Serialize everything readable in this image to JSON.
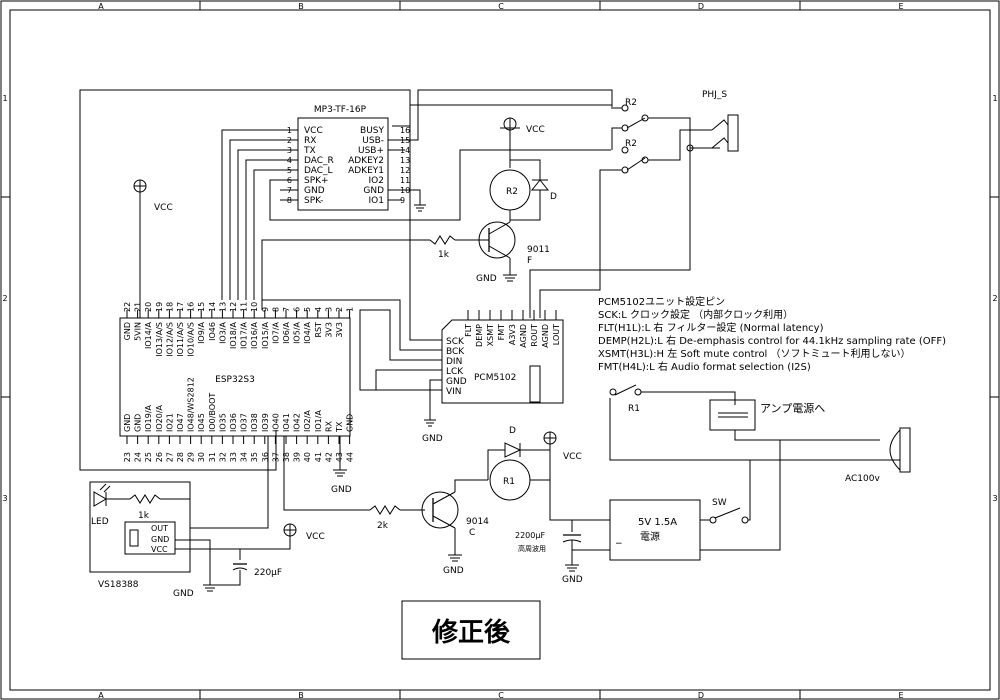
{
  "frame": {
    "columns": [
      "A",
      "B",
      "C",
      "D",
      "E"
    ],
    "rows": [
      "1",
      "2",
      "3"
    ]
  },
  "mp3": {
    "name": "MP3-TF-16P",
    "left_pins": [
      {
        "num": "1",
        "label": "VCC"
      },
      {
        "num": "2",
        "label": "RX"
      },
      {
        "num": "3",
        "label": "TX"
      },
      {
        "num": "4",
        "label": "DAC_R"
      },
      {
        "num": "5",
        "label": "DAC_L"
      },
      {
        "num": "6",
        "label": "SPK+"
      },
      {
        "num": "7",
        "label": "GND"
      },
      {
        "num": "8",
        "label": "SPK-"
      }
    ],
    "right_pins": [
      {
        "num": "16",
        "label": "BUSY"
      },
      {
        "num": "15",
        "label": "USB-"
      },
      {
        "num": "14",
        "label": "USB+"
      },
      {
        "num": "13",
        "label": "ADKEY2"
      },
      {
        "num": "12",
        "label": "ADKEY1"
      },
      {
        "num": "11",
        "label": "IO2"
      },
      {
        "num": "10",
        "label": "GND"
      },
      {
        "num": "9",
        "label": "IO1"
      }
    ]
  },
  "esp": {
    "name": "ESP32S3",
    "top_nums": [
      "22",
      "21",
      "20",
      "19",
      "18",
      "17",
      "16",
      "15",
      "14",
      "13",
      "12",
      "11",
      "10",
      "9",
      "8",
      "7",
      "6",
      "5",
      "4",
      "3",
      "2",
      "1"
    ],
    "top_labels": [
      "GND",
      "5VIN",
      "IO14/A",
      "IO13/A/S",
      "IO12/A/S",
      "IO11/A/S",
      "IO10/A/S",
      "IO9/A",
      "IO46",
      "IO3/A",
      "IO18/A",
      "IO17/A",
      "IO16/A",
      "IO15/A",
      "IO7/A",
      "IO6/A",
      "IO5/A",
      "IO4/A",
      "RST",
      "3V3",
      "3V3",
      ""
    ],
    "bottom_nums": [
      "23",
      "24",
      "25",
      "26",
      "27",
      "28",
      "29",
      "30",
      "31",
      "32",
      "33",
      "34",
      "35",
      "36",
      "37",
      "38",
      "39",
      "40",
      "41",
      "42",
      "43",
      "44"
    ],
    "bottom_labels": [
      "GND",
      "GND",
      "IO19/A",
      "IO20/A",
      "IO21",
      "IO47",
      "IO48/WS2812",
      "IO45",
      "IO0/BOOT",
      "IO35",
      "IO36",
      "IO37",
      "IO38",
      "IO39",
      "IO40",
      "IO41",
      "IO42",
      "IO2/A",
      "IO1/A",
      "RX",
      "TX",
      "GND"
    ]
  },
  "pcm": {
    "name": "PCM5102",
    "top_pins": [
      "FLT",
      "DEMP",
      "XSMT",
      "FMT",
      "A3V3",
      "AGND",
      "ROUT",
      "AGND",
      "LOUT"
    ],
    "left_pins": [
      "SCK",
      "BCK",
      "DIN",
      "LCK",
      "GND",
      "VIN"
    ]
  },
  "notes": {
    "title": "PCM5102ユニット設定ピン",
    "lines": [
      "SCK:L クロック設定 （内部クロック利用）",
      "FLT(H1L):L 右  フィルター設定  (Normal latency)",
      "DEMP(H2L):L 右  De-emphasis control for 44.1kHz sampling rate   (OFF)",
      "XSMT(H3L):H 左    Soft mute control （ソフトミュート利用しない）",
      "FMT(H4L):L 右   Audio format selection (I2S)"
    ]
  },
  "labels": {
    "vcc": "VCC",
    "gnd": "GND",
    "relay": "R2",
    "relay_top": "R2",
    "relay_mid": "R2",
    "jack": "PHJ_S",
    "diode": "D",
    "res_1k": "1k",
    "res_2k": "2k",
    "tr1_name": "9011",
    "tr1_pin": "F",
    "tr2_name": "9014",
    "tr2_pin": "C",
    "relay1": "R1",
    "r1_switch": "R1",
    "led": "LED",
    "ir": "VS18388",
    "ir_pins": [
      "OUT",
      "GND",
      "VCC"
    ],
    "cap1": "220µF",
    "cap2": "2200µF",
    "cap2_sub": "高周波用",
    "psu": "5V 1.5A",
    "psu_sub": "電源",
    "amp": "アンプ電源へ",
    "sw": "SW",
    "ac": "AC100v",
    "stamp": "修正後"
  }
}
